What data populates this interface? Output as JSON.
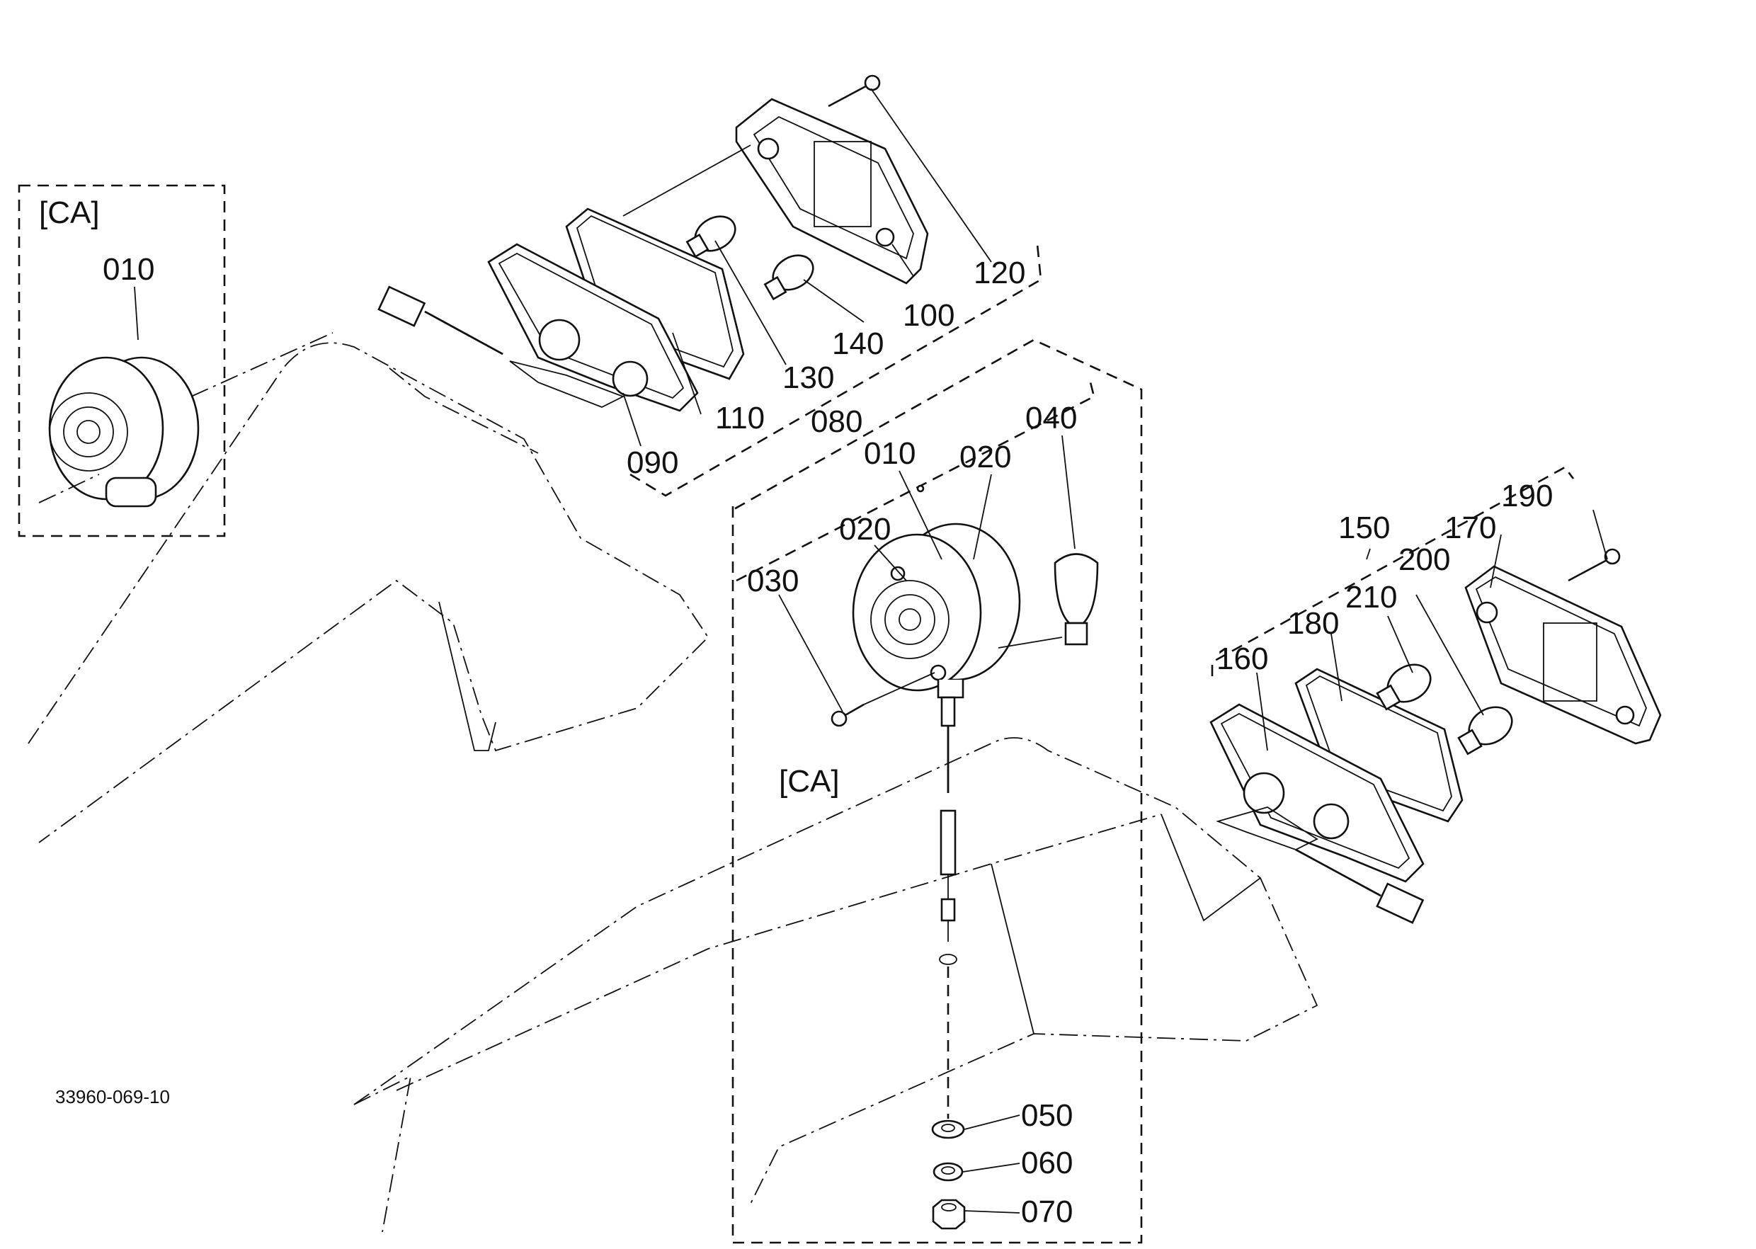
{
  "figure_code": "33960-069-10",
  "detail_ref": "[CA]",
  "parts": {
    "p010": "010",
    "p020": "020",
    "p030": "030",
    "p040": "040",
    "p050": "050",
    "p060": "060",
    "p070": "070",
    "p080": "080",
    "p090": "090",
    "p100": "100",
    "p110": "110",
    "p120": "120",
    "p130": "130",
    "p140": "140",
    "p150": "150",
    "p160": "160",
    "p170": "170",
    "p180": "180",
    "p190": "190",
    "p200": "200",
    "p210": "210"
  }
}
